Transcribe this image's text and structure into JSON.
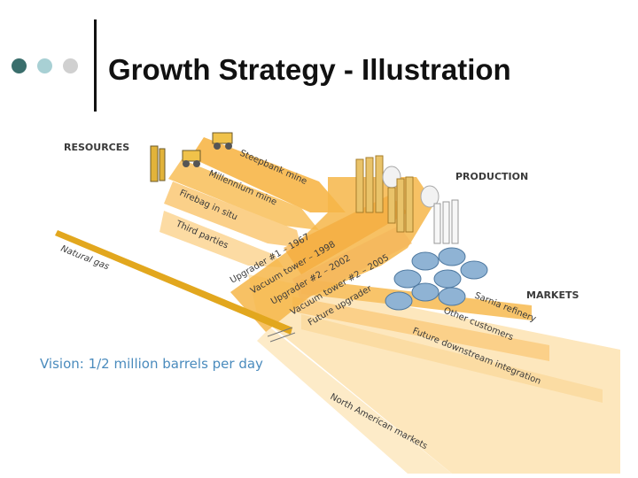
{
  "slide": {
    "title": "Growth Strategy - Illustration",
    "bullet_colors": [
      "#3a6e6c",
      "#a8d0d4",
      "#d0d0d0"
    ]
  },
  "diagram": {
    "headings": {
      "resources": "RESOURCES",
      "production": "PRODUCTION",
      "markets": "MARKETS"
    },
    "resources": [
      "Steepbank mine",
      "Millennium mine",
      "Firebag in situ",
      "Third parties"
    ],
    "natural_gas": "Natural gas",
    "production_stages": [
      "Upgrader #1 – 1967",
      "Vacuum tower – 1998",
      "Upgrader #2 – 2002",
      "Vacuum tower #2 – 2005",
      "Future upgrader"
    ],
    "markets": [
      "Sarnia refinery",
      "Other customers",
      "Future downstream integration"
    ],
    "north_american_markets": "North American markets",
    "vision": "Vision: 1/2 million barrels per day",
    "colors": {
      "band_light": "#fde7bd",
      "band_mid": "#fbd089",
      "band_strong": "#f8bd5a",
      "gas_line": "#e2a71e",
      "tank_blue": "#8fb3d4",
      "tower_gold": "#e9c36a",
      "vision_text": "#4a8bbd",
      "label_text": "#3a3a3a"
    }
  }
}
